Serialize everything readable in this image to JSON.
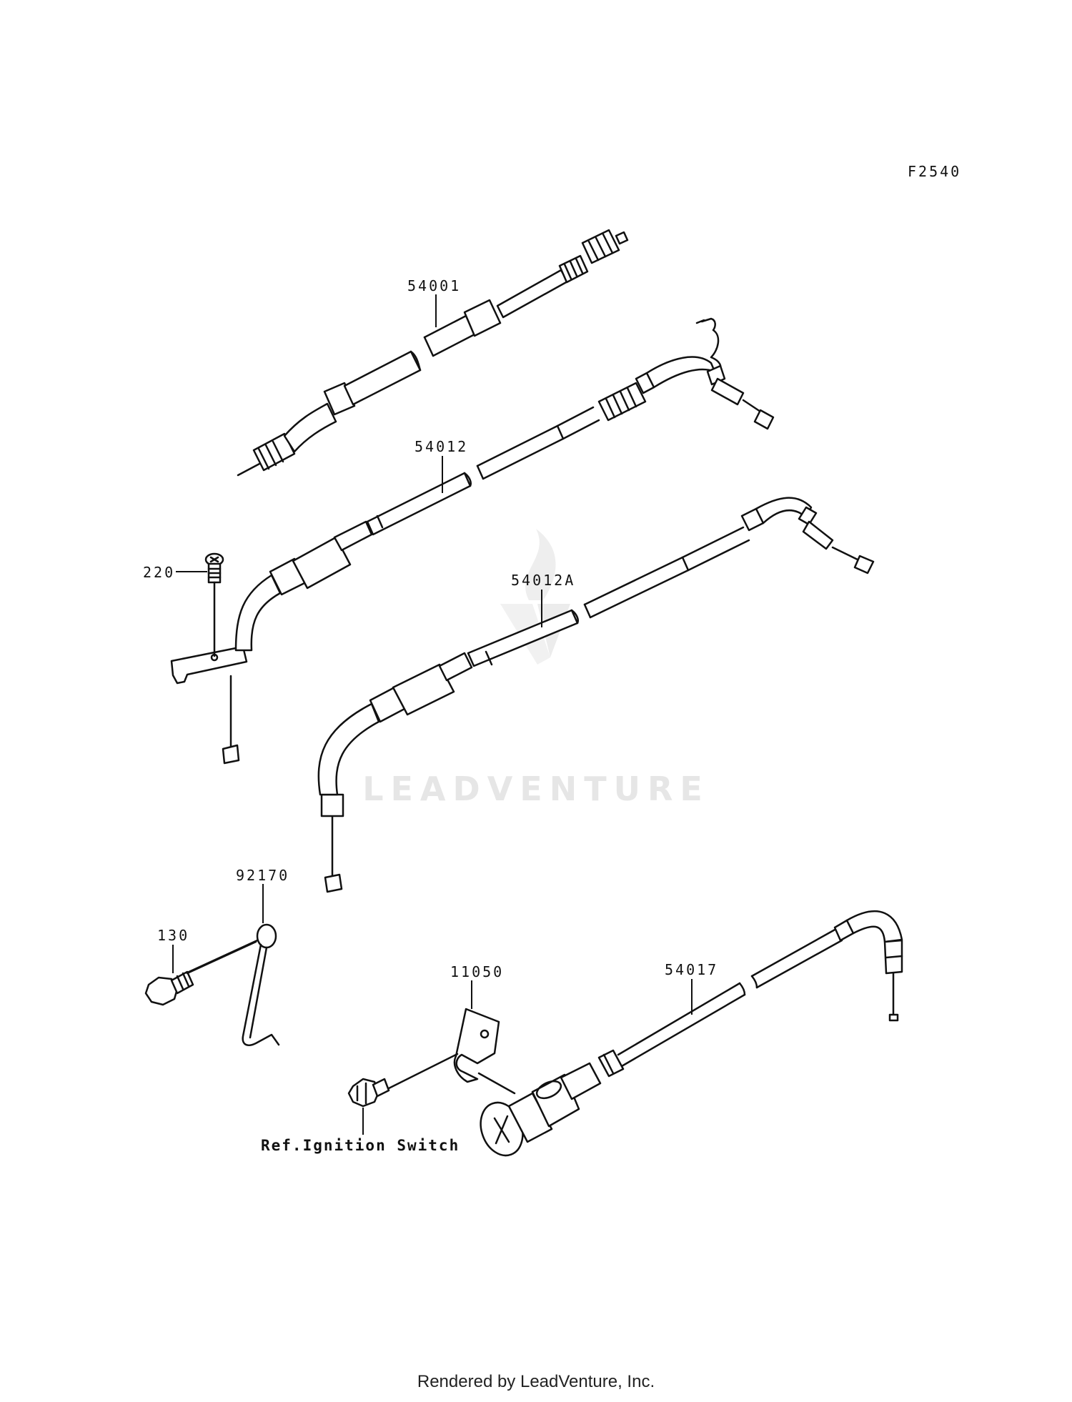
{
  "figure_code": "F2540",
  "parts": [
    {
      "id": "54001",
      "label": "54001"
    },
    {
      "id": "54012",
      "label": "54012"
    },
    {
      "id": "220",
      "label": "220"
    },
    {
      "id": "54012A",
      "label": "54012A"
    },
    {
      "id": "92170",
      "label": "92170"
    },
    {
      "id": "130",
      "label": "130"
    },
    {
      "id": "11050",
      "label": "11050"
    },
    {
      "id": "54017",
      "label": "54017"
    }
  ],
  "reference_note": "Ref.Ignition Switch",
  "watermark": "LEADVENTURE",
  "footer": "Rendered by LeadVenture, Inc.",
  "colors": {
    "line": "#111111",
    "watermark": "#e6e6e6",
    "background": "#ffffff"
  }
}
